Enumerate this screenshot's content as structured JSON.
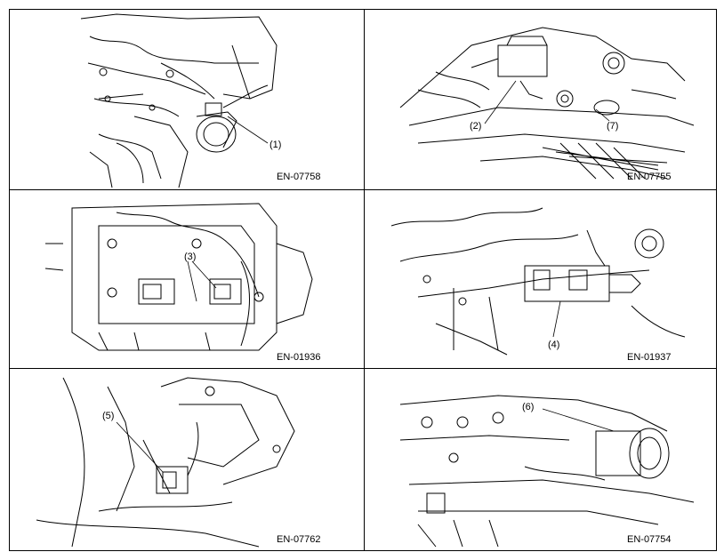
{
  "panels": [
    {
      "code": "EN-07758",
      "callouts": [
        "(1)"
      ]
    },
    {
      "code": "EN-07755",
      "callouts": [
        "(2)",
        "(7)"
      ]
    },
    {
      "code": "EN-01936",
      "callouts": [
        "(3)"
      ]
    },
    {
      "code": "EN-01937",
      "callouts": [
        "(4)"
      ]
    },
    {
      "code": "EN-07762",
      "callouts": [
        "(5)"
      ]
    },
    {
      "code": "EN-07754",
      "callouts": [
        "(6)"
      ]
    }
  ]
}
